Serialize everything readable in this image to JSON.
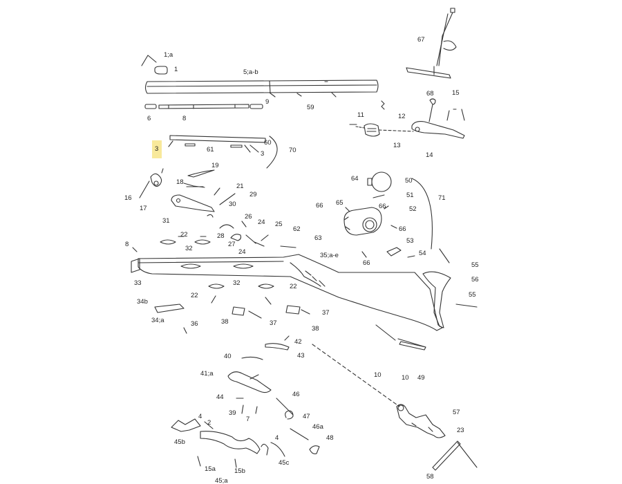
{
  "diagram": {
    "highlighted_label": "3",
    "highlight_color": "#f7e58a",
    "line_color": "#333333",
    "labels": [
      {
        "id": "l-1a",
        "text": "1;a"
      },
      {
        "id": "l-1",
        "text": "1"
      },
      {
        "id": "l-5ab",
        "text": "5;a-b"
      },
      {
        "id": "l-67",
        "text": "67"
      },
      {
        "id": "l-6",
        "text": "6"
      },
      {
        "id": "l-8top",
        "text": "8"
      },
      {
        "id": "l-9",
        "text": "9"
      },
      {
        "id": "l-59",
        "text": "59"
      },
      {
        "id": "l-68",
        "text": "68"
      },
      {
        "id": "l-15top",
        "text": "15"
      },
      {
        "id": "l-11",
        "text": "11"
      },
      {
        "id": "l-12",
        "text": "12"
      },
      {
        "id": "l-13",
        "text": "13"
      },
      {
        "id": "l-14",
        "text": "14"
      },
      {
        "id": "l-3hl",
        "text": "3"
      },
      {
        "id": "l-60",
        "text": "60"
      },
      {
        "id": "l-61",
        "text": "61"
      },
      {
        "id": "l-3b",
        "text": "3"
      },
      {
        "id": "l-70",
        "text": "70"
      },
      {
        "id": "l-19",
        "text": "19"
      },
      {
        "id": "l-18",
        "text": "18"
      },
      {
        "id": "l-16",
        "text": "16"
      },
      {
        "id": "l-17",
        "text": "17"
      },
      {
        "id": "l-21",
        "text": "21"
      },
      {
        "id": "l-29",
        "text": "29"
      },
      {
        "id": "l-30",
        "text": "30"
      },
      {
        "id": "l-31",
        "text": "31"
      },
      {
        "id": "l-26",
        "text": "26"
      },
      {
        "id": "l-24a",
        "text": "24"
      },
      {
        "id": "l-25",
        "text": "25"
      },
      {
        "id": "l-28",
        "text": "28"
      },
      {
        "id": "l-27",
        "text": "27"
      },
      {
        "id": "l-24b",
        "text": "24"
      },
      {
        "id": "l-62",
        "text": "62"
      },
      {
        "id": "l-63",
        "text": "63"
      },
      {
        "id": "l-22a",
        "text": "22"
      },
      {
        "id": "l-32a",
        "text": "32"
      },
      {
        "id": "l-8mid",
        "text": "8"
      },
      {
        "id": "l-33",
        "text": "33"
      },
      {
        "id": "l-64",
        "text": "64"
      },
      {
        "id": "l-50",
        "text": "50"
      },
      {
        "id": "l-51",
        "text": "51"
      },
      {
        "id": "l-71",
        "text": "71"
      },
      {
        "id": "l-66a",
        "text": "66"
      },
      {
        "id": "l-65",
        "text": "65"
      },
      {
        "id": "l-66b",
        "text": "66"
      },
      {
        "id": "l-52",
        "text": "52"
      },
      {
        "id": "l-66c",
        "text": "66"
      },
      {
        "id": "l-53",
        "text": "53"
      },
      {
        "id": "l-54",
        "text": "54"
      },
      {
        "id": "l-66d",
        "text": "66"
      },
      {
        "id": "l-35ae",
        "text": "35;a-e"
      },
      {
        "id": "l-55a",
        "text": "55"
      },
      {
        "id": "l-56",
        "text": "56"
      },
      {
        "id": "l-55b",
        "text": "55"
      },
      {
        "id": "l-32b",
        "text": "32"
      },
      {
        "id": "l-22b",
        "text": "22"
      },
      {
        "id": "l-22c",
        "text": "22"
      },
      {
        "id": "l-34b",
        "text": "34b"
      },
      {
        "id": "l-34a",
        "text": "34;a"
      },
      {
        "id": "l-36",
        "text": "36"
      },
      {
        "id": "l-38a",
        "text": "38"
      },
      {
        "id": "l-37a",
        "text": "37"
      },
      {
        "id": "l-37b",
        "text": "37"
      },
      {
        "id": "l-38b",
        "text": "38"
      },
      {
        "id": "l-42",
        "text": "42"
      },
      {
        "id": "l-43",
        "text": "43"
      },
      {
        "id": "l-40",
        "text": "40"
      },
      {
        "id": "l-10a",
        "text": "10"
      },
      {
        "id": "l-10b",
        "text": "10"
      },
      {
        "id": "l-49",
        "text": "49"
      },
      {
        "id": "l-41a",
        "text": "41;a"
      },
      {
        "id": "l-44",
        "text": "44"
      },
      {
        "id": "l-46",
        "text": "46"
      },
      {
        "id": "l-39",
        "text": "39"
      },
      {
        "id": "l-7",
        "text": "7"
      },
      {
        "id": "l-47",
        "text": "47"
      },
      {
        "id": "l-4a",
        "text": "4"
      },
      {
        "id": "l-2",
        "text": "2"
      },
      {
        "id": "l-45b",
        "text": "45b"
      },
      {
        "id": "l-4b",
        "text": "4"
      },
      {
        "id": "l-46a",
        "text": "46a"
      },
      {
        "id": "l-48",
        "text": "48"
      },
      {
        "id": "l-45c",
        "text": "45c"
      },
      {
        "id": "l-15a",
        "text": "15a"
      },
      {
        "id": "l-15b",
        "text": "15b"
      },
      {
        "id": "l-45a",
        "text": "45;a"
      },
      {
        "id": "l-57",
        "text": "57"
      },
      {
        "id": "l-23",
        "text": "23"
      },
      {
        "id": "l-58",
        "text": "58"
      }
    ]
  }
}
